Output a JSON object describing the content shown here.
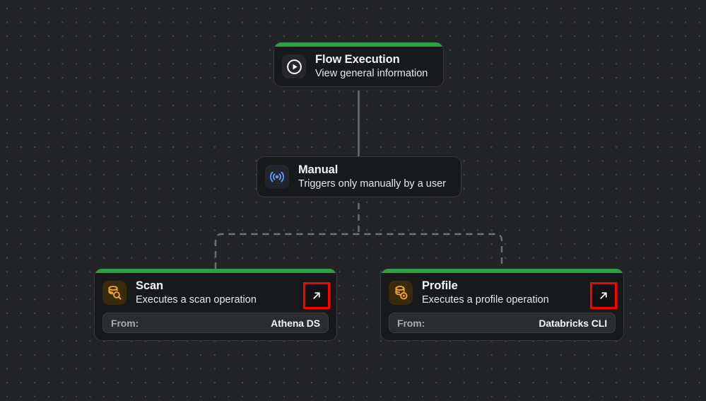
{
  "canvas": {
    "background_color": "#232427",
    "dot_color": "#4a4b4f",
    "accent_color": "#2e9e42",
    "highlight_color": "#ff0000"
  },
  "nodes": {
    "flow_execution": {
      "title": "Flow Execution",
      "subtitle": "View general information",
      "icon": "play-circle-icon",
      "has_accent_bar": true
    },
    "manual": {
      "title": "Manual",
      "subtitle": "Triggers only manually by a user",
      "icon": "broadcast-signal-icon",
      "has_accent_bar": false
    },
    "scan": {
      "title": "Scan",
      "subtitle": "Executes a scan operation",
      "icon": "database-search-icon",
      "has_accent_bar": true,
      "from_label": "From:",
      "from_value": "Athena DS",
      "expand_icon": "arrow-up-right-icon"
    },
    "profile": {
      "title": "Profile",
      "subtitle": "Executes a profile operation",
      "icon": "database-profile-icon",
      "has_accent_bar": true,
      "from_label": "From:",
      "from_value": "Databricks CLI",
      "expand_icon": "arrow-up-right-icon"
    }
  }
}
